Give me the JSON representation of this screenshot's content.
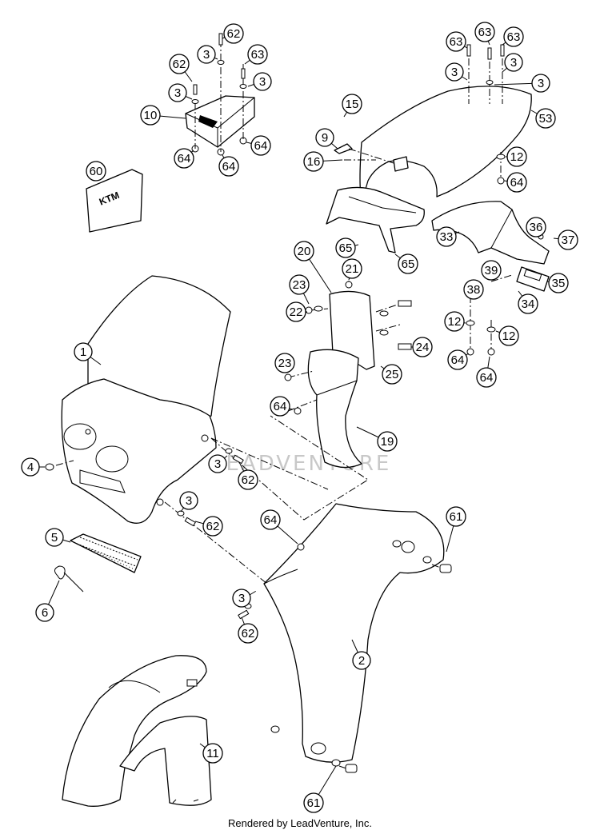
{
  "footer": "Rendered by LeadVenture, Inc.",
  "watermark": "LEADVENTURE",
  "logo_text": "KTM",
  "callouts": [
    {
      "id": "c-62a",
      "label": "62"
    },
    {
      "id": "c-3a",
      "label": "3"
    },
    {
      "id": "c-63a",
      "label": "63"
    },
    {
      "id": "c-62b",
      "label": "62"
    },
    {
      "id": "c-3b",
      "label": "3"
    },
    {
      "id": "c-3c",
      "label": "3"
    },
    {
      "id": "c-3d",
      "label": "3"
    },
    {
      "id": "c-10",
      "label": "10"
    },
    {
      "id": "c-64a",
      "label": "64"
    },
    {
      "id": "c-64b",
      "label": "64"
    },
    {
      "id": "c-64c",
      "label": "64"
    },
    {
      "id": "c-60",
      "label": "60"
    },
    {
      "id": "c-63b",
      "label": "63"
    },
    {
      "id": "c-63c",
      "label": "63"
    },
    {
      "id": "c-63d",
      "label": "63"
    },
    {
      "id": "c-3e",
      "label": "3"
    },
    {
      "id": "c-3f",
      "label": "3"
    },
    {
      "id": "c-3g",
      "label": "3"
    },
    {
      "id": "c-15",
      "label": "15"
    },
    {
      "id": "c-9",
      "label": "9"
    },
    {
      "id": "c-16",
      "label": "16"
    },
    {
      "id": "c-53",
      "label": "53"
    },
    {
      "id": "c-12a",
      "label": "12"
    },
    {
      "id": "c-64d",
      "label": "64"
    },
    {
      "id": "c-33",
      "label": "33"
    },
    {
      "id": "c-36",
      "label": "36"
    },
    {
      "id": "c-37",
      "label": "37"
    },
    {
      "id": "c-65a",
      "label": "65"
    },
    {
      "id": "c-65b",
      "label": "65"
    },
    {
      "id": "c-20",
      "label": "20"
    },
    {
      "id": "c-21",
      "label": "21"
    },
    {
      "id": "c-23a",
      "label": "23"
    },
    {
      "id": "c-22",
      "label": "22"
    },
    {
      "id": "c-39",
      "label": "39"
    },
    {
      "id": "c-38",
      "label": "38"
    },
    {
      "id": "c-35",
      "label": "35"
    },
    {
      "id": "c-34",
      "label": "34"
    },
    {
      "id": "c-12b",
      "label": "12"
    },
    {
      "id": "c-12c",
      "label": "12"
    },
    {
      "id": "c-64e",
      "label": "64"
    },
    {
      "id": "c-64f",
      "label": "64"
    },
    {
      "id": "c-24",
      "label": "24"
    },
    {
      "id": "c-25",
      "label": "25"
    },
    {
      "id": "c-23b",
      "label": "23"
    },
    {
      "id": "c-64g",
      "label": "64"
    },
    {
      "id": "c-19",
      "label": "19"
    },
    {
      "id": "c-1",
      "label": "1"
    },
    {
      "id": "c-4",
      "label": "4"
    },
    {
      "id": "c-3h",
      "label": "3"
    },
    {
      "id": "c-62c",
      "label": "62"
    },
    {
      "id": "c-3i",
      "label": "3"
    },
    {
      "id": "c-62d",
      "label": "62"
    },
    {
      "id": "c-64h",
      "label": "64"
    },
    {
      "id": "c-61a",
      "label": "61"
    },
    {
      "id": "c-5",
      "label": "5"
    },
    {
      "id": "c-6",
      "label": "6"
    },
    {
      "id": "c-3j",
      "label": "3"
    },
    {
      "id": "c-62e",
      "label": "62"
    },
    {
      "id": "c-2",
      "label": "2"
    },
    {
      "id": "c-11",
      "label": "11"
    },
    {
      "id": "c-61b",
      "label": "61"
    }
  ]
}
